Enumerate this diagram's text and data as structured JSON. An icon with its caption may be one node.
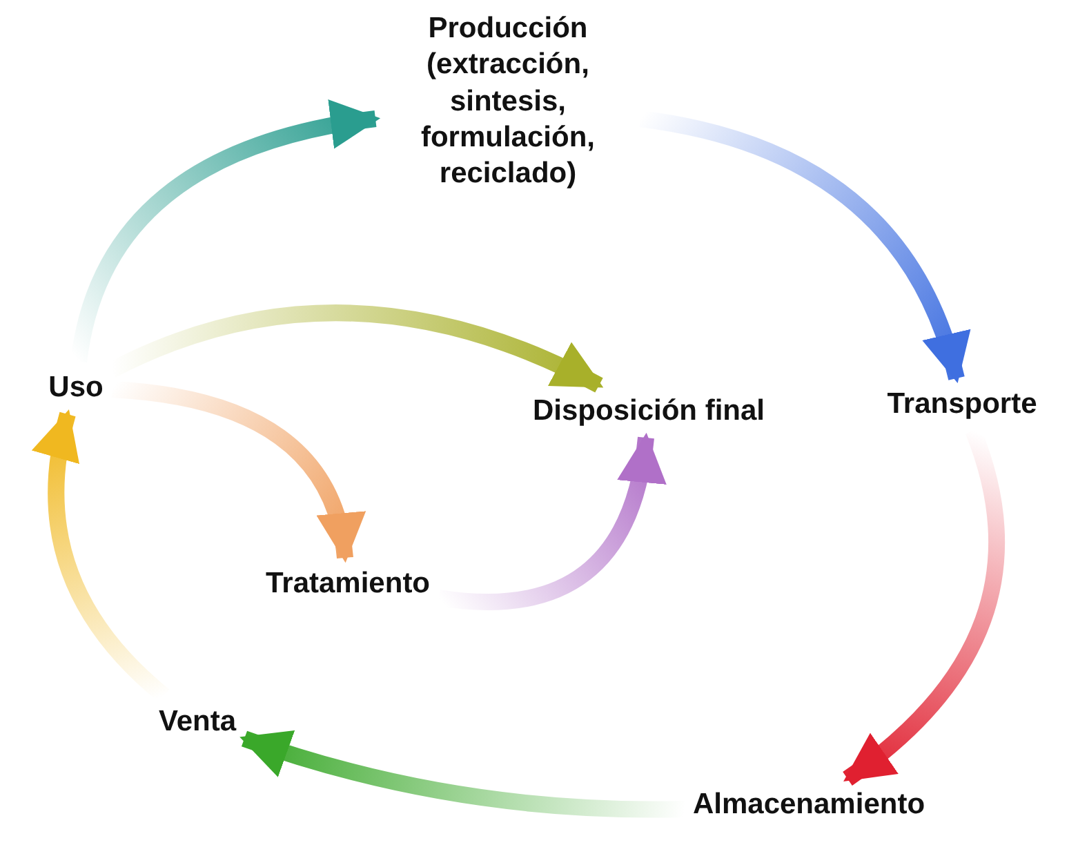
{
  "diagram": {
    "nodes": [
      {
        "text": [
          "Producción (extracción, sintesis, formulación, reciclado)"
        ]
      },
      {
        "text": [
          "Transporte"
        ]
      },
      {
        "text": [
          "Almacenamiento"
        ]
      },
      {
        "text": [
          "Venta"
        ]
      },
      {
        "text": [
          "Uso"
        ]
      },
      {
        "text": [
          "Disposición final"
        ]
      },
      {
        "text": [
          "Tratamiento"
        ]
      }
    ],
    "edges": [
      {
        "from": 4,
        "to": 0,
        "arrow": "to",
        "style": "thick",
        "color": "#2a9d8f"
      },
      {
        "from": 0,
        "to": 1,
        "arrow": "to",
        "style": "thick",
        "color": "#3f6fe0"
      },
      {
        "from": 1,
        "to": 2,
        "arrow": "to",
        "style": "thick",
        "color": "#e02030"
      },
      {
        "from": 2,
        "to": 3,
        "arrow": "to",
        "style": "thick",
        "color": "#3aa82a"
      },
      {
        "from": 3,
        "to": 4,
        "arrow": "to",
        "style": "thick",
        "color": "#f0b820"
      },
      {
        "from": 4,
        "to": 5,
        "arrow": "to",
        "style": "thick",
        "color": "#a8b02a"
      },
      {
        "from": 4,
        "to": 6,
        "arrow": "to",
        "style": "thick",
        "color": "#f0a060"
      },
      {
        "from": 6,
        "to": 5,
        "arrow": "to",
        "style": "thick",
        "color": "#b070c8"
      }
    ]
  }
}
